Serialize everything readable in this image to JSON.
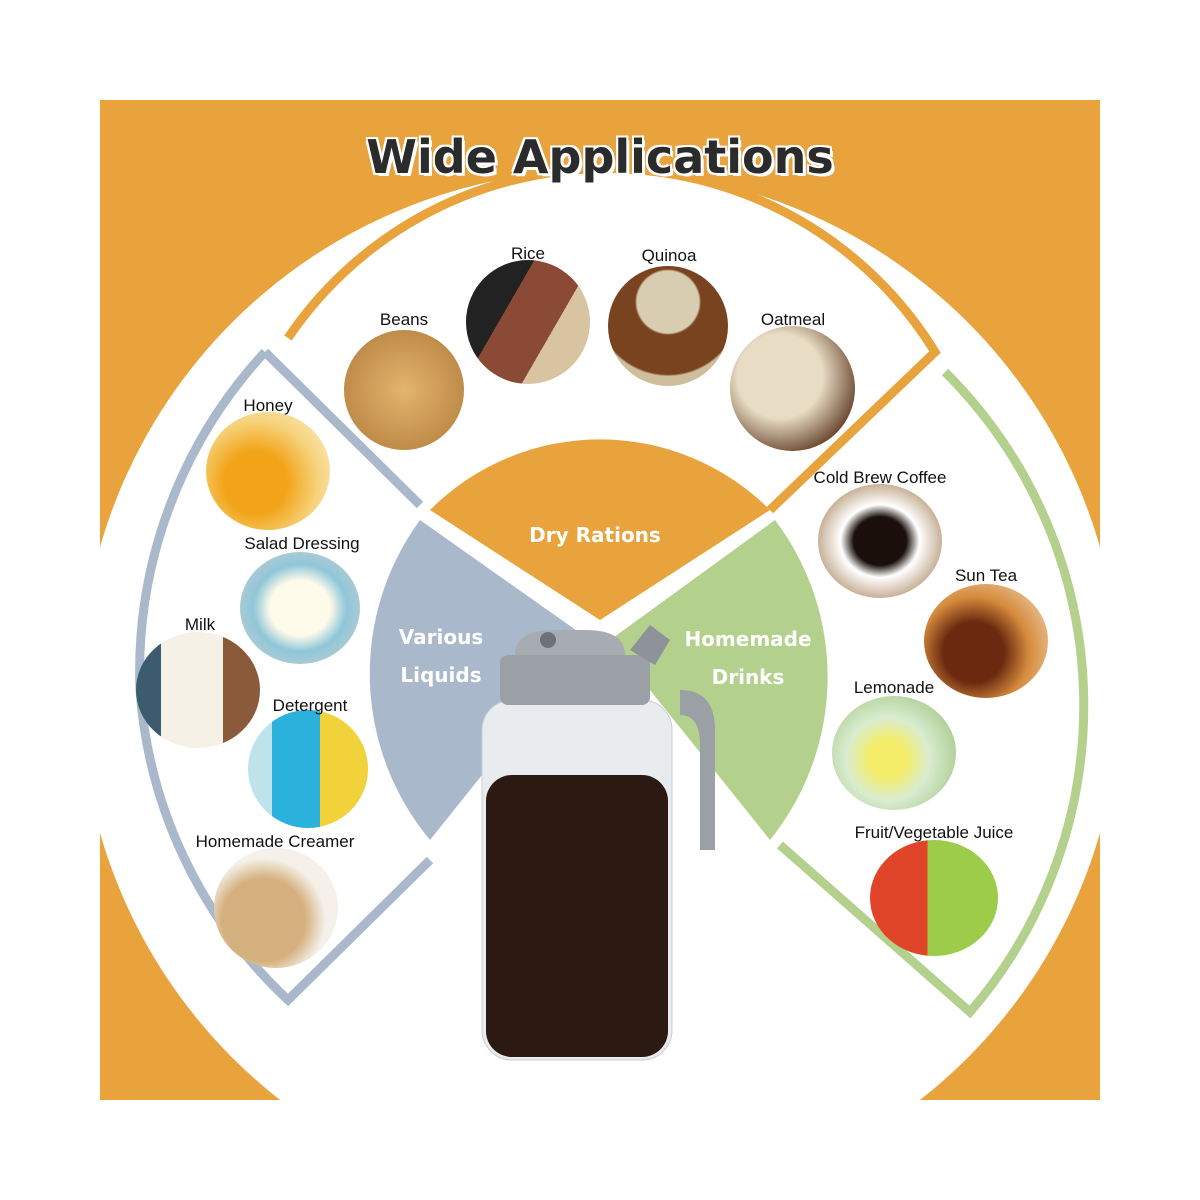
{
  "title": "Wide Applications",
  "categories": {
    "dry": {
      "label": "Dry Rations",
      "color": "#e8a33c"
    },
    "liquids": {
      "label_line1": "Various",
      "label_line2": "Liquids",
      "color": "#a9b8cb"
    },
    "drinks": {
      "label_line1": "Homemade",
      "label_line2": "Drinks",
      "color": "#b4d08d"
    }
  },
  "dry_items": [
    "Beans",
    "Rice",
    "Quinoa",
    "Oatmeal"
  ],
  "liquid_items": [
    "Honey",
    "Salad Dressing",
    "Milk",
    "Detergent",
    "Homemade Creamer"
  ],
  "drink_items": [
    "Cold Brew Coffee",
    "Sun Tea",
    "Lemonade",
    "Fruit/Vegetable Juice"
  ]
}
